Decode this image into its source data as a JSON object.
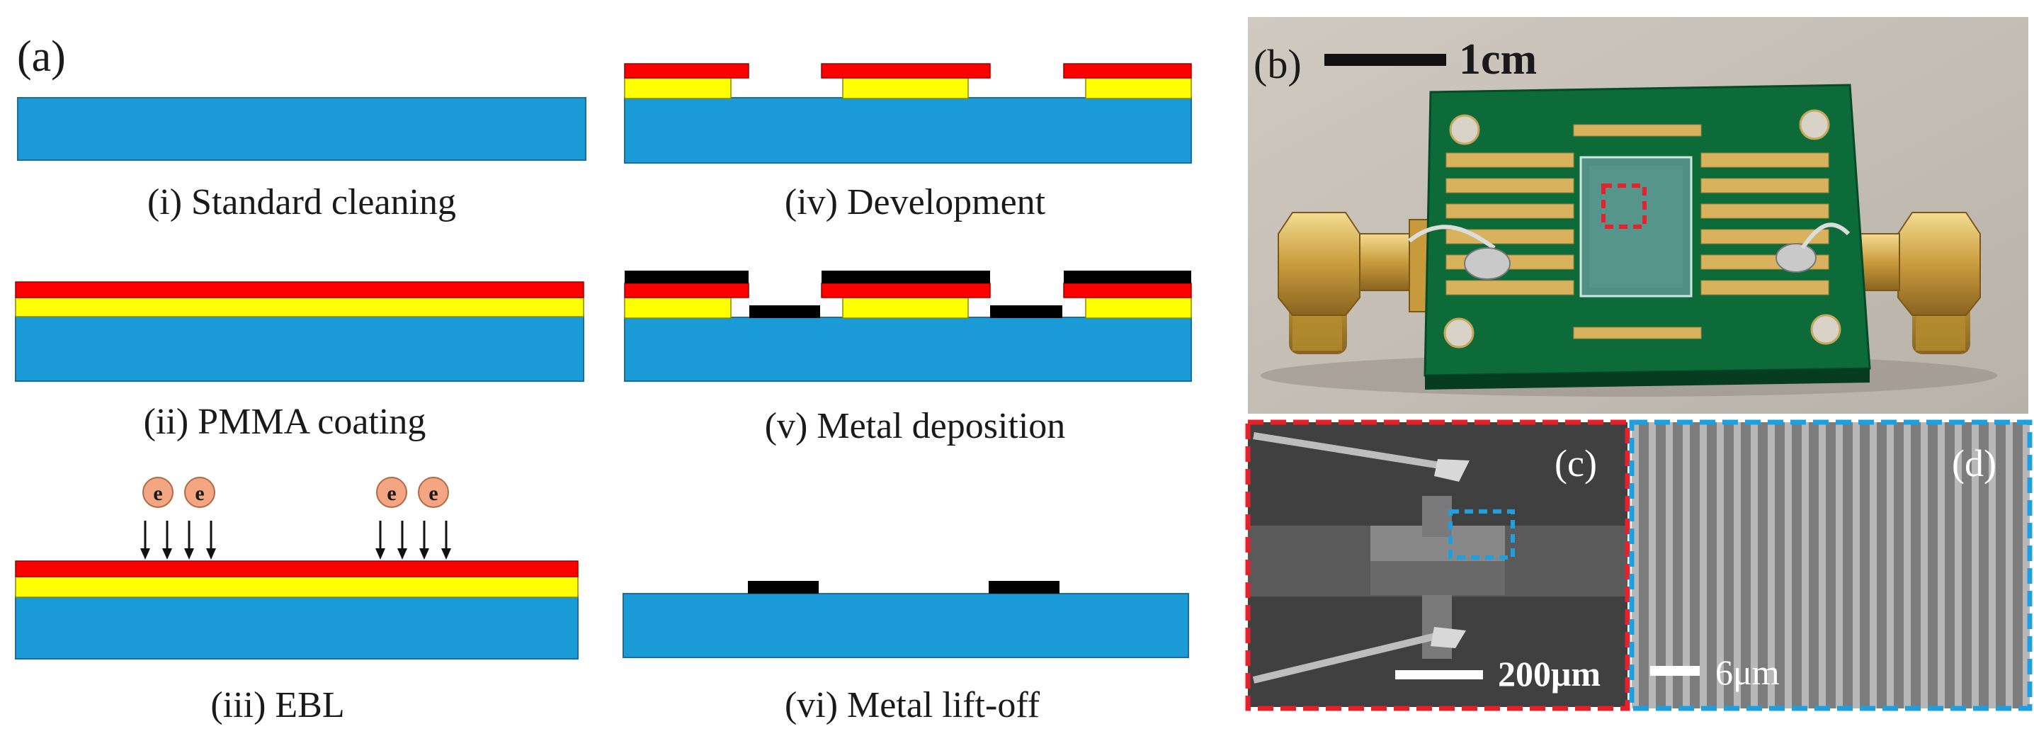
{
  "panels": {
    "a": "(a)",
    "b": "(b)",
    "c": "(c)",
    "d": "(d)"
  },
  "steps": [
    "(i) Standard cleaning",
    "(ii) PMMA coating",
    "(iii) EBL",
    "(iv) Development",
    "(v) Metal deposition",
    "(vi) Metal lift-off"
  ],
  "electron_symbol": "e",
  "scalebars": {
    "photo": "1cm",
    "sem_c": "200μm",
    "sem_d": "6μm"
  },
  "colors": {
    "substrate": "#1a9ad6",
    "pmma_bottom": "#ffff00",
    "pmma_top": "#ff0000",
    "metal": "#000000",
    "electron": "#f4a582",
    "frame_c": "#e8202a",
    "frame_d": "#1ea0e0",
    "pcb": "#0d6b3a",
    "gold": "#d8b25c"
  }
}
